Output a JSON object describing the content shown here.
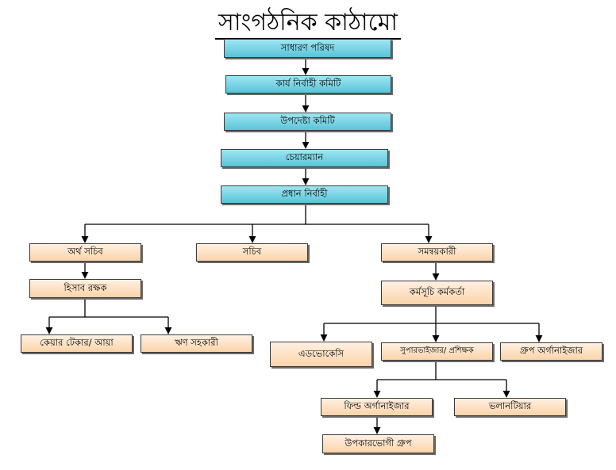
{
  "title": "সাংগঠনিক কাঠামো",
  "nodes": {
    "general_council": "সাধারণ পরিষদ",
    "executive_committee": "কার্য নির্বাহী কমিটি",
    "advisory_committee": "উপদেষ্টা কমিটি",
    "chairman": "চেয়ারম্যান",
    "chief_executive": "প্রধান নির্বাহী",
    "finance_secretary": "অর্থ সচিব",
    "secretary": "সচিব",
    "coordinator": "সমন্বয়কারী",
    "accountant": "হিসাব রক্ষক",
    "program_officer": "কর্মসূচি কর্মকর্তা",
    "caretaker": "কেয়ার টেকার/ আয়া",
    "credit_assistant": "ঋণ সহকারী",
    "advocacy": "এডভোকেসি",
    "supervisor_trainer": "সুপারভাইজার/ প্রশিক্ষক",
    "group_organizer": "গ্রুপ অর্গানাইজার",
    "field_organizer": "ফিল্ড অর্গানাইজার",
    "volunteer": "ভলানটিয়ার",
    "beneficiary_group": "উপকারভোগী গ্রুপ"
  }
}
